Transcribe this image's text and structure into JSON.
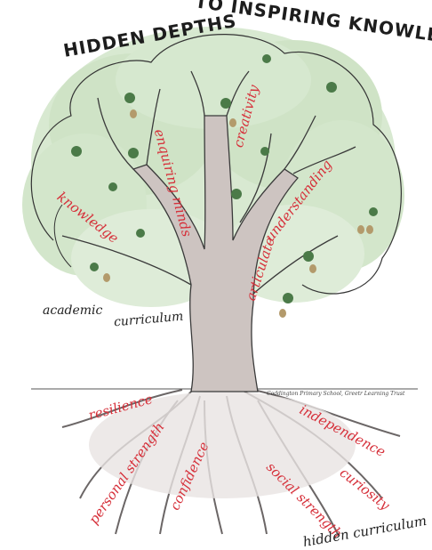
{
  "title": {
    "line1": "HIDDEN DEPTHS",
    "line2": "TO INSPIRING KNOWLEDGE"
  },
  "credit": "Coddington Primary School, Greetr Learning Trust",
  "labels": {
    "enquiring_minds": "enquiring minds",
    "creativity": "creativity",
    "knowledge": "knowledge",
    "understanding": "understanding",
    "articulate": "articulate",
    "resilience": "resilience",
    "independence": "independence",
    "personal_strength": "personal strength",
    "confidence": "confidence",
    "social_strength": "social strength",
    "curiosity": "curiosity"
  },
  "curriculum": {
    "academic_1": "academic",
    "academic_2": "curriculum",
    "hidden": "hidden curriculum"
  },
  "colors": {
    "label_red": "#d6303a",
    "canopy_green": "#cfe3c6",
    "trunk_grey": "#cdc4c1",
    "ink": "#1d1d1d"
  }
}
